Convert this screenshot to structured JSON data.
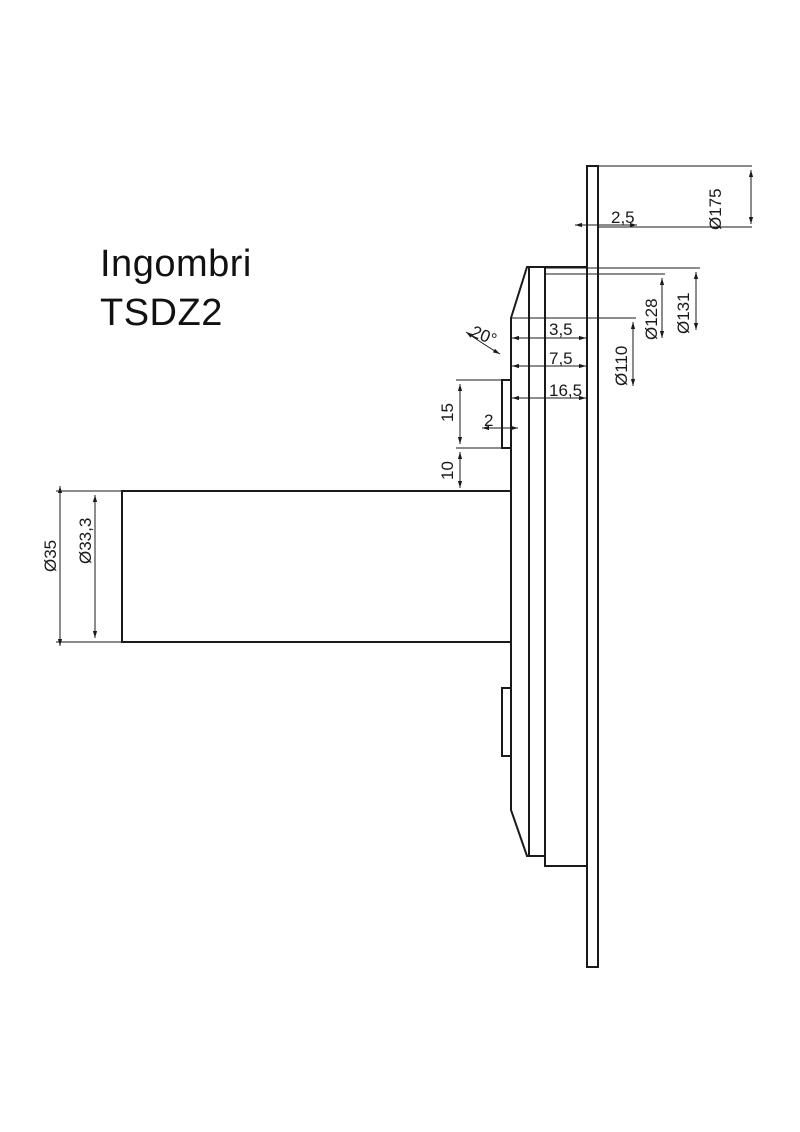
{
  "title": {
    "line1": "Ingombri",
    "line2": "TSDZ2"
  },
  "dimensions": {
    "d175": "Ø175",
    "d131": "Ø131",
    "d128": "Ø128",
    "d110": "Ø110",
    "d35": "Ø35",
    "d33": "Ø33,3",
    "w2_5": "2,5",
    "w3_5": "3,5",
    "w7_5": "7,5",
    "w16_5": "16,5",
    "h15": "15",
    "w2": "2",
    "h10": "10",
    "angle": "20°"
  }
}
